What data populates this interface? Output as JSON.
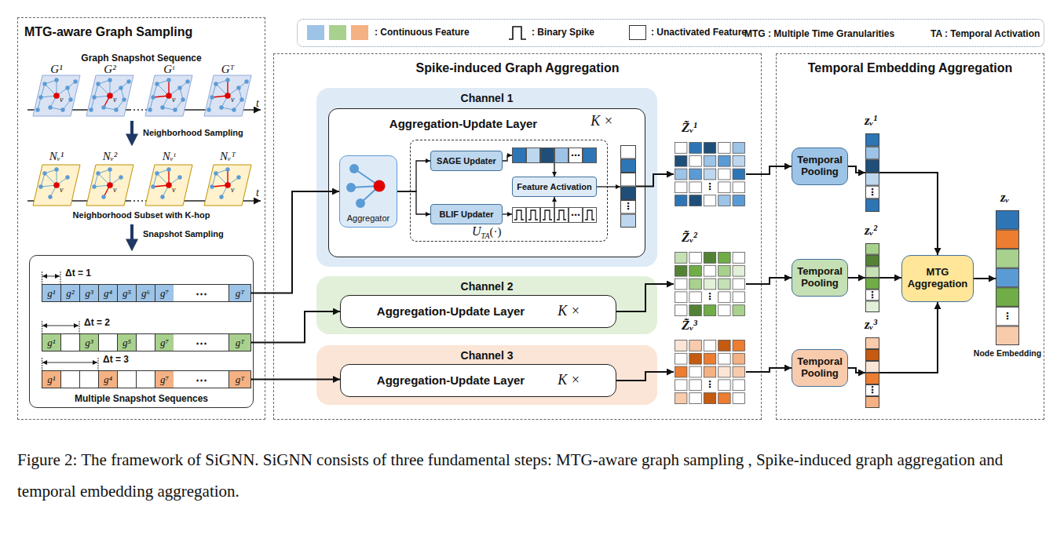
{
  "diagram": {
    "caption": "Figure 2: The framework of SiGNN. SiGNN consists of three fundamental steps: MTG-aware graph sampling , Spike-induced graph aggregation and temporal embedding aggregation.",
    "nodes": [
      {
        "text": [
          "MTG-aware Graph Sampling"
        ]
      },
      {
        "text": [
          "Multiple Snapshot Sequences"
        ],
        "in": 0
      },
      {
        "text": [
          "Δt = 1",
          "g¹",
          "g²",
          "g³",
          "g⁴",
          "g⁵",
          "g⁶",
          "g⁷",
          "⋯",
          "gᵀ"
        ],
        "in": 1
      },
      {
        "text": [
          "Δt = 2",
          "g¹",
          "g³",
          "g⁵",
          "g⁷",
          "⋯",
          "gᵀ"
        ],
        "in": 1
      },
      {
        "text": [
          "Δt = 3",
          "g¹",
          "g⁴",
          "g⁷",
          "⋯",
          "gᵀ"
        ],
        "in": 1
      },
      {
        "text": [
          "Spike-induced Graph Aggregation"
        ]
      },
      {
        "text": [
          "Channel 1"
        ],
        "in": 5
      },
      {
        "text": [
          "Aggregation-Update Layer",
          "K ×"
        ],
        "in": 6
      },
      {
        "text": [
          "Aggregator"
        ],
        "in": 7
      },
      {
        "text": [
          "U",
          "TA",
          "(·)"
        ],
        "in": 7
      },
      {
        "text": [
          "SAGE Updater"
        ],
        "in": 9
      },
      {
        "text": [
          "BLIF Updater"
        ],
        "in": 9
      },
      {
        "text": [
          "⋯"
        ],
        "in": 9
      },
      {
        "text": [
          "⋯"
        ],
        "in": 9
      },
      {
        "text": [
          "Feature Activation"
        ],
        "in": 9
      },
      {
        "text": [
          "⋮"
        ],
        "in": 7
      },
      {
        "text": [
          "Channel 2"
        ],
        "in": 5
      },
      {
        "text": [
          "Aggregation-Update Layer",
          "K ×"
        ],
        "in": 16
      },
      {
        "text": [
          "Channel 3"
        ],
        "in": 5
      },
      {
        "text": [
          "Aggregation-Update Layer",
          "K ×"
        ],
        "in": 18
      },
      {
        "text": [
          "Z̃ᵥ¹",
          "⋮"
        ],
        "in": 5
      },
      {
        "text": [
          "Z̃ᵥ²",
          "⋮"
        ],
        "in": 5
      },
      {
        "text": [
          "Z̃ᵥ³",
          "⋮"
        ],
        "in": 5
      },
      {
        "text": [
          "Temporal Embedding Aggregation"
        ]
      },
      {
        "text": [
          "Temporal Pooling"
        ],
        "in": 23
      },
      {
        "text": [
          "zᵥ¹",
          "⋮"
        ],
        "in": 23
      },
      {
        "text": [
          "Temporal Pooling"
        ],
        "in": 23
      },
      {
        "text": [
          "zᵥ²",
          "⋮"
        ],
        "in": 23
      },
      {
        "text": [
          "Temporal Pooling"
        ],
        "in": 23
      },
      {
        "text": [
          "zᵥ³",
          "⋮"
        ],
        "in": 23
      },
      {
        "text": [
          "MTG Aggregation"
        ],
        "in": 23
      },
      {
        "text": [
          "zᵥ",
          "⋮",
          "Node Embedding"
        ],
        "in": 23
      }
    ],
    "edges": [
      {
        "from": 2,
        "to": 8,
        "arrow": "to"
      },
      {
        "from": 3,
        "to": 17,
        "arrow": "to"
      },
      {
        "from": 4,
        "to": 19,
        "arrow": "to"
      },
      {
        "from": 8,
        "to": 10,
        "arrow": "to"
      },
      {
        "from": 8,
        "to": 11,
        "arrow": "to"
      },
      {
        "from": 10,
        "to": 12,
        "arrow": "to"
      },
      {
        "from": 12,
        "to": 14,
        "arrow": "to"
      },
      {
        "from": 11,
        "to": 13,
        "arrow": "to"
      },
      {
        "from": 13,
        "to": 14,
        "arrow": "to"
      },
      {
        "from": 14,
        "to": 15,
        "arrow": "to"
      },
      {
        "from": 15,
        "to": 20,
        "arrow": "to"
      },
      {
        "from": 17,
        "to": 21,
        "arrow": "to"
      },
      {
        "from": 19,
        "to": 22,
        "arrow": "to"
      },
      {
        "from": 20,
        "to": 24,
        "arrow": "to"
      },
      {
        "from": 24,
        "to": 25,
        "arrow": "to"
      },
      {
        "from": 21,
        "to": 26,
        "arrow": "to"
      },
      {
        "from": 26,
        "to": 27,
        "arrow": "to"
      },
      {
        "from": 22,
        "to": 28,
        "arrow": "to"
      },
      {
        "from": 28,
        "to": 29,
        "arrow": "to"
      },
      {
        "from": 25,
        "to": 30,
        "arrow": "to"
      },
      {
        "from": 27,
        "to": 30,
        "arrow": "to"
      },
      {
        "from": 29,
        "to": 30,
        "arrow": "to"
      },
      {
        "from": 30,
        "to": 31,
        "arrow": "to"
      }
    ],
    "labels": [
      "Graph Snapshot Sequence",
      "G¹",
      "G²",
      "Gᵗ",
      "Gᵀ",
      "t",
      "v",
      "v",
      "v",
      "v",
      "Neighborhood Sampling",
      "Nᵥ¹",
      "Nᵥ²",
      "Nᵥᵗ",
      "Nᵥᵀ",
      "t",
      "v",
      "v",
      "v",
      "v",
      "Neighborhood Subset with K-hop",
      "Snapshot Sampling",
      "MTG : Multiple Time Granularities",
      "TA : Temporal Activation"
    ],
    "legend": [
      {
        "text": ": Continuous Feature",
        "color": "#9dc3e6"
      },
      {
        "text": ": Binary Spike"
      },
      {
        "text": ": Unactivated Feature",
        "color": "#ffffff"
      }
    ]
  }
}
